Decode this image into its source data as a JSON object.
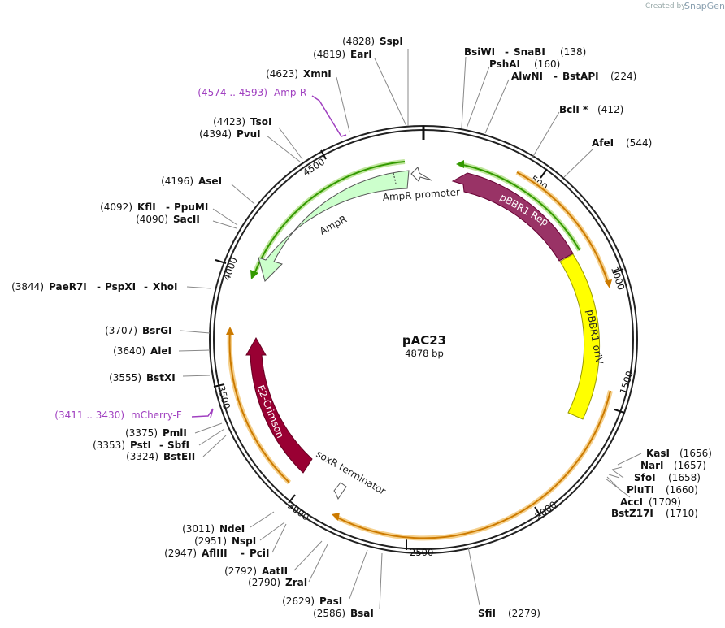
{
  "header": {
    "credit_prefix": "Created by",
    "credit_brand": "SnapGene"
  },
  "plasmid": {
    "name": "pAC23",
    "length_label": "4878 bp",
    "length": 4878
  },
  "ticks": [
    "500",
    "1000",
    "1500",
    "2000",
    "2500",
    "3000",
    "3500",
    "4000",
    "4500"
  ],
  "features": {
    "ampr_promoter": "AmpR promoter",
    "ampr": "AmpR",
    "pbbr1_rep": "pBBR1 Rep",
    "pbbr1_oriv": "pBBR1 oriV",
    "e2_crimson": "E2-Crimson",
    "soxr_terminator": "soxR terminator"
  },
  "sites": [
    {
      "id": "sspi",
      "pos": "(4828)",
      "name": "SspI"
    },
    {
      "id": "eari",
      "pos": "(4819)",
      "name": "EarI"
    },
    {
      "id": "xmni",
      "pos": "(4623)",
      "name": "XmnI"
    },
    {
      "id": "tsoi",
      "pos": "(4423)",
      "name": "TsoI"
    },
    {
      "id": "pvui",
      "pos": "(4394)",
      "name": "PvuI"
    },
    {
      "id": "asei",
      "pos": "(4196)",
      "name": "AseI"
    },
    {
      "id": "kfli",
      "pos": "(4092)",
      "name": "KflI",
      "extra": "PpuMI"
    },
    {
      "id": "sacii",
      "pos": "(4090)",
      "name": "SacII"
    },
    {
      "id": "paer7i",
      "pos": "(3844)",
      "name": "PaeR7I",
      "extra": "PspXI",
      "extra2": "XhoI"
    },
    {
      "id": "bsrgi",
      "pos": "(3707)",
      "name": "BsrGI"
    },
    {
      "id": "alei",
      "pos": "(3640)",
      "name": "AleI"
    },
    {
      "id": "bstxi",
      "pos": "(3555)",
      "name": "BstXI"
    },
    {
      "id": "pmli",
      "pos": "(3375)",
      "name": "PmlI"
    },
    {
      "id": "psti",
      "pos": "(3353)",
      "name": "PstI",
      "extra": "SbfI"
    },
    {
      "id": "bsteii",
      "pos": "(3324)",
      "name": "BstEII"
    },
    {
      "id": "ndei",
      "pos": "(3011)",
      "name": "NdeI"
    },
    {
      "id": "nspi",
      "pos": "(2951)",
      "name": "NspI"
    },
    {
      "id": "afliii",
      "pos": "(2947)",
      "name": "AflIII",
      "extra": "PciI"
    },
    {
      "id": "aatii",
      "pos": "(2792)",
      "name": "AatII"
    },
    {
      "id": "zrai",
      "pos": "(2790)",
      "name": "ZraI"
    },
    {
      "id": "pasi",
      "pos": "(2629)",
      "name": "PasI"
    },
    {
      "id": "bsai",
      "pos": "(2586)",
      "name": "BsaI"
    },
    {
      "id": "sfii",
      "pos": "(2279)",
      "name": "SfiI"
    },
    {
      "id": "bstz17i",
      "pos": "(1710)",
      "name": "BstZ17I"
    },
    {
      "id": "acci",
      "pos": "(1709)",
      "name": "AccI"
    },
    {
      "id": "plutI",
      "pos": "(1660)",
      "name": "PluTI"
    },
    {
      "id": "sfoi",
      "pos": "(1658)",
      "name": "SfoI"
    },
    {
      "id": "nari",
      "pos": "(1657)",
      "name": "NarI"
    },
    {
      "id": "kasi",
      "pos": "(1656)",
      "name": "KasI"
    },
    {
      "id": "afei",
      "pos": "(544)",
      "name": "AfeI"
    },
    {
      "id": "bcli",
      "pos": "(412)",
      "name": "BclI *"
    },
    {
      "id": "alwni",
      "pos": "(224)",
      "name": "AlwNI",
      "extra": "BstAPI"
    },
    {
      "id": "pshai",
      "pos": "(160)",
      "name": "PshAI"
    },
    {
      "id": "bsiwi",
      "pos": "(138)",
      "name": "BsiWI",
      "extra": "SnaBI"
    }
  ],
  "primers": [
    {
      "id": "ampr_primer",
      "pos": "(4574 .. 4593)",
      "name": "Amp-R"
    },
    {
      "id": "mcherry_primer",
      "pos": "(3411 .. 3430)",
      "name": "mCherry-F"
    }
  ],
  "colors": {
    "backbone": "#222222",
    "ampr_fill": "#ccffcc",
    "pbbr1_rep": "#993366",
    "oriv": "#ffff00",
    "e2_crimson": "#990033",
    "orf_green": "#339900",
    "orf_orange": "#cc7a00",
    "primer": "#a040c0"
  }
}
